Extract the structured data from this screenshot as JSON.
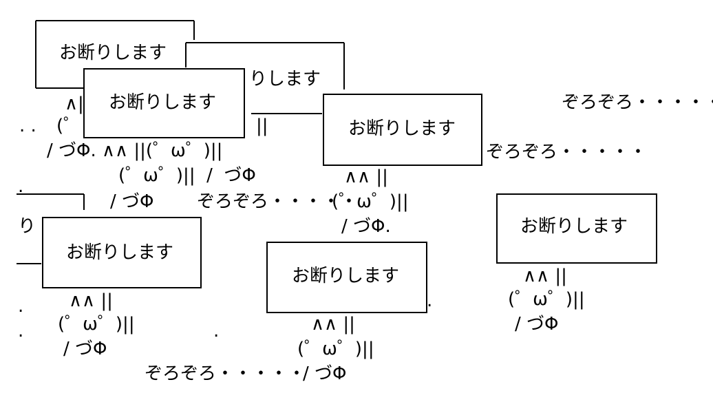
{
  "sign_text": "お断りします",
  "sign_text_cut1": "りします",
  "sign_text_cut2": "り",
  "face": "(゜ω゜)||",
  "face_open": "(゜",
  "face_small": "(゜ω゜)",
  "ears": "∧∧ ||",
  "ears_single": "∧|",
  "hands": "/ づΦ",
  "hands_dot": "/ づΦ.",
  "zorozoro": "ぞろぞろ・・・・・",
  "dot": ".",
  "dots2": ". .",
  "row1_mix": "/ づΦ. ∧∧ ||(゜ω゜)||",
  "row1_mix2": "(゜ω゜)||  /  づΦ",
  "bar": "||"
}
